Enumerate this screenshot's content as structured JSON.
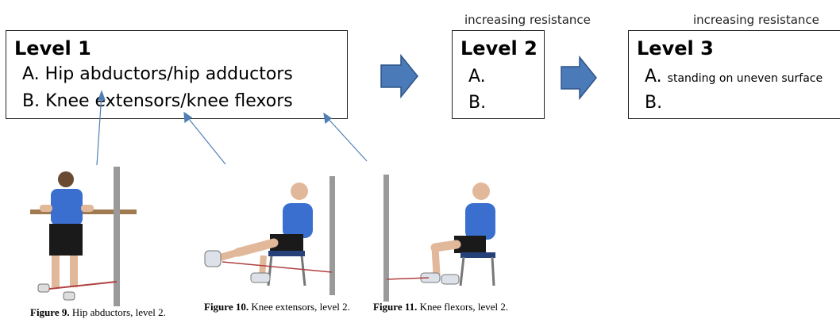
{
  "levels": [
    {
      "title": "Level 1",
      "items": [
        {
          "letter": "A.",
          "text": "Hip abductors/hip adductors"
        },
        {
          "letter": "B.",
          "text": "Knee extensors/knee flexors"
        }
      ]
    },
    {
      "title": "Level 2",
      "note": "increasing resistance",
      "items": [
        {
          "letter": "A.",
          "text": ""
        },
        {
          "letter": "B.",
          "text": ""
        }
      ]
    },
    {
      "title": "Level 3",
      "note": "increasing resistance",
      "items": [
        {
          "letter": "A.",
          "text": "standing on uneven surface"
        },
        {
          "letter": "B.",
          "text": ""
        }
      ]
    }
  ],
  "figures": [
    {
      "label": "Figure 9.",
      "caption": "Hip abductors, level 2."
    },
    {
      "label": "Figure 10.",
      "caption": "Knee extensors, level 2."
    },
    {
      "label": "Figure 11.",
      "caption": "Knee flexors, level 2."
    }
  ],
  "colors": {
    "arrow_fill": "#4a7ab8",
    "arrow_stroke": "#2f5587",
    "pointer_line": "#4f7fb4",
    "shirt": "#3a6fd0",
    "shorts": "#1a1a1a",
    "pole": "#9a9a9a",
    "band": "#b04040"
  }
}
